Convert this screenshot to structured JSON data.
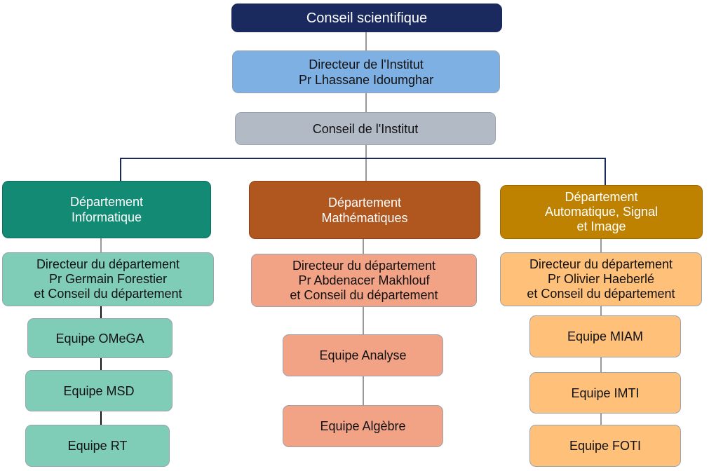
{
  "colors": {
    "conseil_scientifique": "#1b2a5e",
    "directeur_institut": "#7fb0e4",
    "conseil_institut": "#b2bac6",
    "informatique_head": "#138a74",
    "informatique_light": "#7fcdb7",
    "maths_head": "#b0561f",
    "maths_light": "#f2a285",
    "asi_head": "#bf8100",
    "asi_light": "#ffc07a",
    "connector": "#1b2a5e"
  },
  "top": {
    "conseil_scientifique": "Conseil scientifique",
    "directeur_line1": "Directeur de l'Institut",
    "directeur_line2": "Pr Lhassane Idoumghar",
    "conseil_institut": "Conseil de l'Institut"
  },
  "departments": {
    "informatique": {
      "title_line1": "Département",
      "title_line2": "Informatique",
      "dir_line1": "Directeur du département",
      "dir_line2": "Pr Germain Forestier",
      "dir_line3": "et Conseil du département",
      "teams": [
        "Equipe OMeGA",
        "Equipe MSD",
        "Equipe RT"
      ]
    },
    "mathematiques": {
      "title_line1": "Département",
      "title_line2": "Mathématiques",
      "dir_line1": "Directeur du département",
      "dir_line2": "Pr Abdenacer Makhlouf",
      "dir_line3": "et Conseil du département",
      "teams": [
        "Equipe Analyse",
        "Equipe Algèbre"
      ]
    },
    "asi": {
      "title_line1": "Département",
      "title_line2": "Automatique, Signal",
      "title_line3": "et Image",
      "dir_line1": "Directeur du département",
      "dir_line2": "Pr Olivier Haeberlé",
      "dir_line3": "et Conseil du département",
      "teams": [
        "Equipe MIAM",
        "Equipe IMTI",
        "Equipe FOTI"
      ]
    }
  }
}
